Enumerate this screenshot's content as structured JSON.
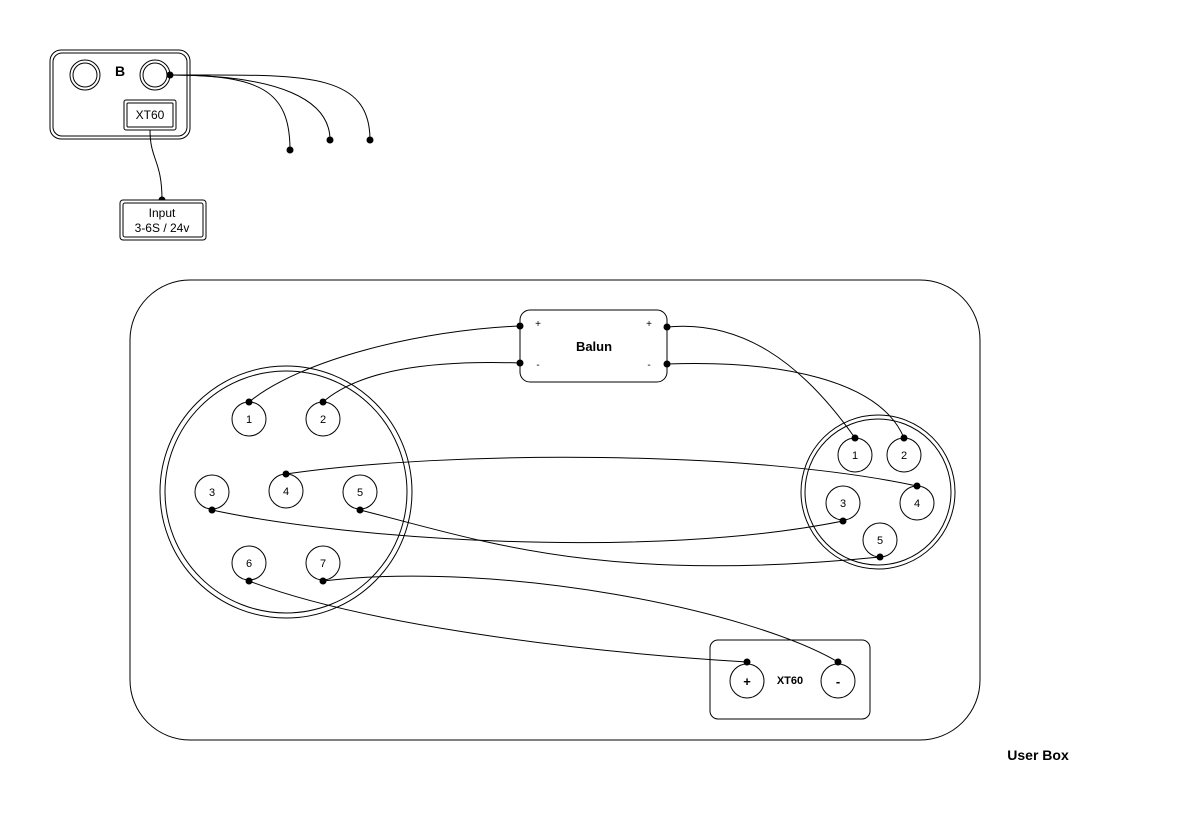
{
  "battery_box": {
    "label": "B",
    "connector_label": "XT60"
  },
  "input_box": {
    "line1": "Input",
    "line2": "3-6S / 24v"
  },
  "user_box": {
    "caption": "User Box",
    "balun": {
      "label": "Balun",
      "left_plus": "+",
      "left_minus": "-",
      "right_plus": "+",
      "right_minus": "-"
    },
    "left_connector": {
      "pins": [
        "1",
        "2",
        "3",
        "4",
        "5",
        "6",
        "7"
      ]
    },
    "right_connector": {
      "pins": [
        "1",
        "2",
        "3",
        "4",
        "5"
      ]
    },
    "xt60": {
      "label": "XT60",
      "plus": "+",
      "minus": "-"
    }
  }
}
